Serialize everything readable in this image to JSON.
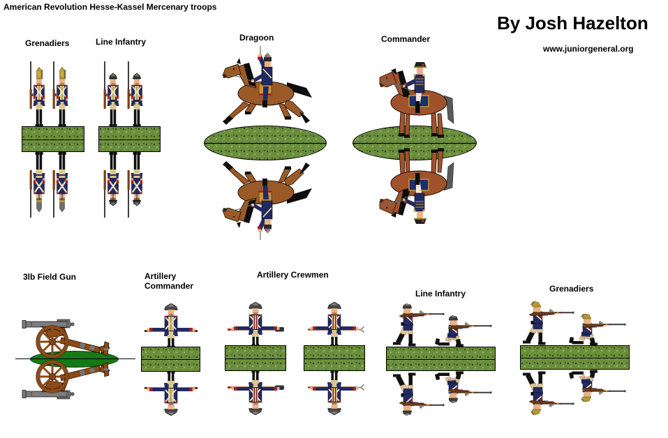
{
  "title": "American Revolution Hesse-Kassel Mercenary troops",
  "byline": "By Josh Hazelton",
  "website": "www.juniorgeneral.org",
  "labels": {
    "grenadiers_top": "Grenadiers",
    "line_infantry_top": "Line Infantry",
    "dragoon": "Dragoon",
    "commander": "Commander",
    "field_gun": "3lb Field Gun",
    "artillery_commander": "Artillery\nCommander",
    "artillery_crewmen": "Artillery Crewmen",
    "line_infantry_bottom": "Line Infantry",
    "grenadiers_bottom": "Grenadiers"
  },
  "colors": {
    "background": "#ffffff",
    "coat_blue": "#232a63",
    "facing_cream": "#d9c88e",
    "belt_cream": "#efe6c4",
    "cuff_red": "#a82020",
    "mitre_gold": "#b5982f",
    "hat_gray": "#6f6f6f",
    "grass_green": "#6b8e3e",
    "field_gun_base_green": "#157a15",
    "dragoon_horse_brown": "#9a5a28",
    "commander_horse_chestnut": "#a0522d",
    "gun_wood_brown": "#8a4a17",
    "gun_barrel_gray": "#7d7d7d",
    "skin": "#e9b286"
  }
}
